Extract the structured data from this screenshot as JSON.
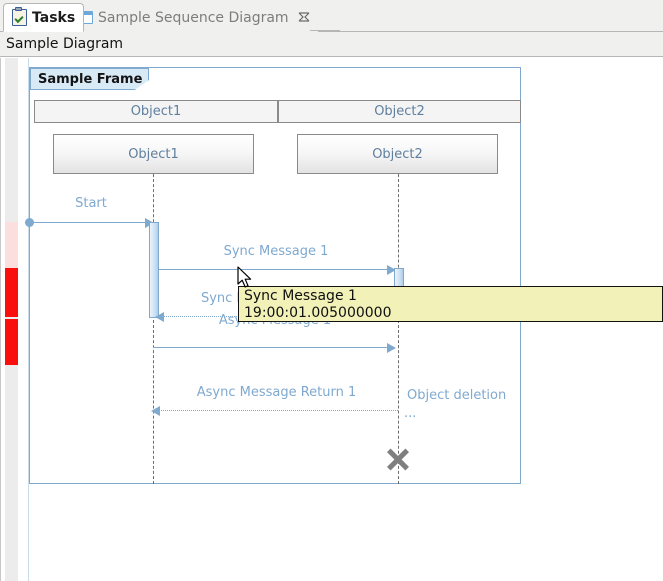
{
  "window": {
    "title_strip": "Sample Diagram"
  },
  "tabs": [
    {
      "label": "Tasks",
      "icon": "clipboard-icon",
      "active": true,
      "closable": false
    },
    {
      "label": "Sample Sequence Diagram",
      "icon": "window-icon",
      "active": false,
      "closable": true
    }
  ],
  "diagram": {
    "frame_label": "Sample Frame",
    "headers": [
      {
        "label": "Object1"
      },
      {
        "label": "Object2"
      }
    ],
    "lifelines": [
      {
        "label": "Object1"
      },
      {
        "label": "Object2"
      }
    ],
    "messages": [
      {
        "label": "Start",
        "kind": "found-message"
      },
      {
        "label": "Sync Message 1",
        "kind": "sync-call"
      },
      {
        "label": "Sync Message Return 1",
        "kind": "sync-return"
      },
      {
        "label": "Async Message 1",
        "kind": "async-call"
      },
      {
        "label": "Async Message Return 1",
        "kind": "async-return"
      }
    ],
    "annotations": [
      {
        "label": "Object deletion"
      },
      {
        "label": "..."
      }
    ]
  },
  "tooltip": {
    "title": "Sync Message 1",
    "timestamp": "19:00:01.005000000"
  },
  "colors": {
    "accent_blue": "#7fa9cf",
    "frame_label_bg": "#d9eaf7",
    "tooltip_bg": "#f2f2b8",
    "marker_red": "#fa0f0f",
    "marker_pink": "#fbdede",
    "text_grey": "#5f7f9e"
  }
}
